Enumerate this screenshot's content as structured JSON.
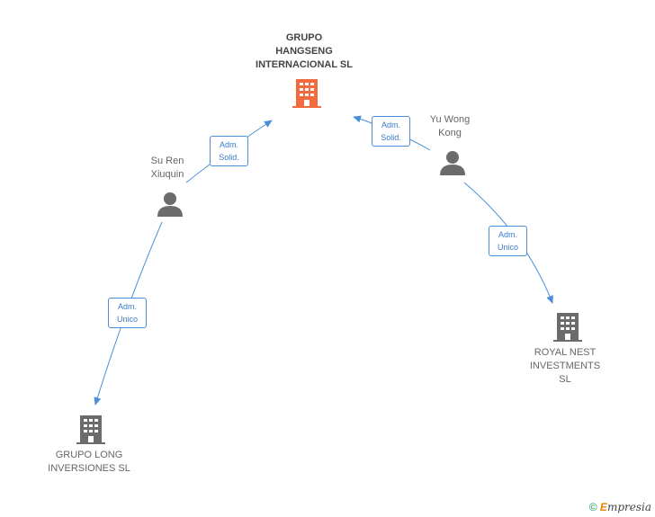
{
  "nodes": {
    "main": {
      "lines": [
        "GRUPO",
        "HANGSENG",
        "INTERNACIONAL SL"
      ],
      "color": "#f26a3d"
    },
    "su_ren": {
      "lines": [
        "Su Ren",
        "Xiuquin"
      ]
    },
    "yu_wong": {
      "lines": [
        "Yu Wong",
        "Kong"
      ]
    },
    "royal_nest": {
      "lines": [
        "ROYAL NEST",
        "INVESTMENTS",
        "SL"
      ]
    },
    "grupo_long": {
      "lines": [
        "GRUPO LONG",
        "INVERSIONES SL"
      ]
    }
  },
  "edges": {
    "su_ren_to_main": {
      "lines": [
        "Adm.",
        "Solid."
      ]
    },
    "yu_wong_to_main": {
      "lines": [
        "Adm.",
        "Solid."
      ]
    },
    "yu_wong_to_royal": {
      "lines": [
        "Adm.",
        "Unico"
      ]
    },
    "su_ren_to_long": {
      "lines": [
        "Adm.",
        "Unico"
      ]
    }
  },
  "footer": {
    "copyright": "©",
    "brand_initial": "E",
    "brand_rest": "mpresia"
  },
  "colors": {
    "edge": "#4a8fd8",
    "company_icon": "#6b6b6b",
    "person_icon": "#6b6b6b",
    "main_icon": "#f26a3d"
  }
}
